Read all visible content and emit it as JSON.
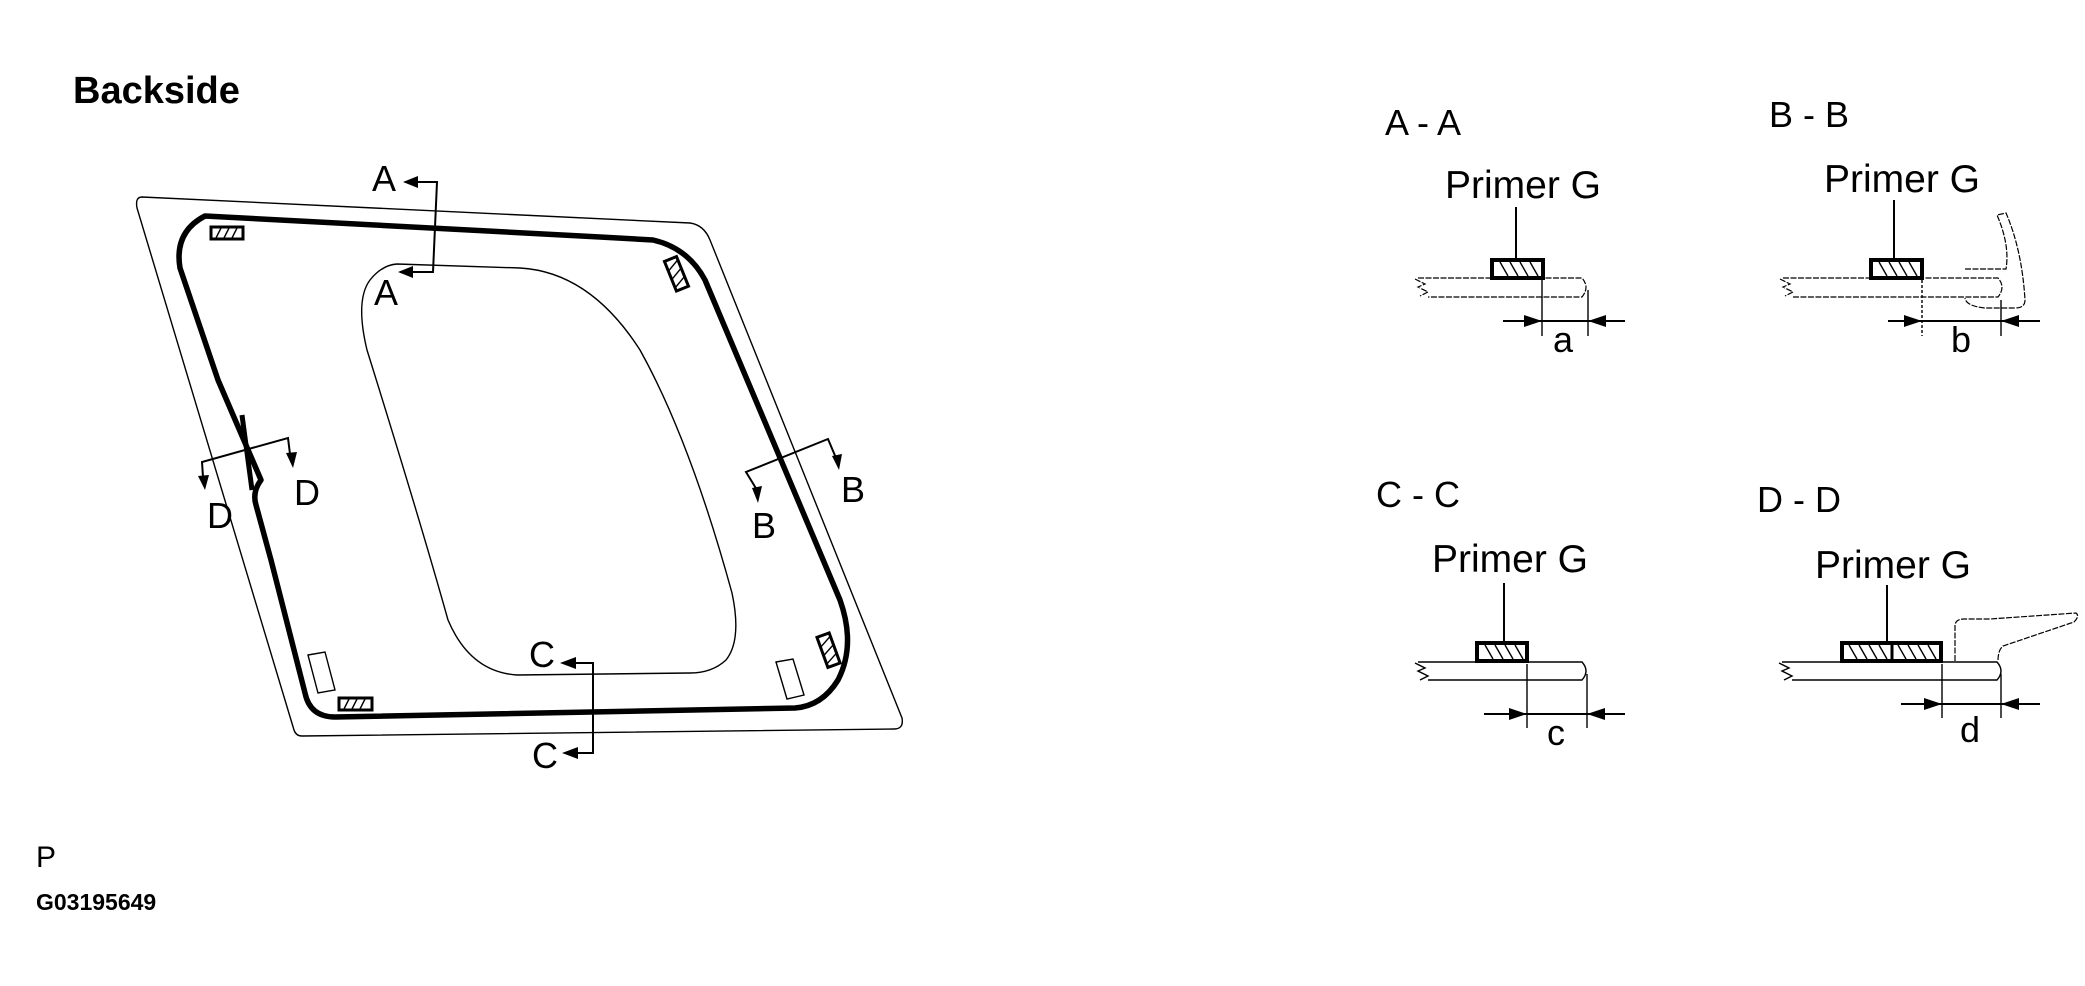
{
  "title": "Backside",
  "main_view": {
    "cut_labels": {
      "a_top": "A",
      "a_bottom": "A",
      "b_left": "B",
      "b_right": "B",
      "c_top": "C",
      "c_bottom": "C",
      "d_left": "D",
      "d_right": "D"
    }
  },
  "sections": [
    {
      "title": "A - A",
      "label": "Primer G",
      "dimension": "a"
    },
    {
      "title": "B - B",
      "label": "Primer G",
      "dimension": "b"
    },
    {
      "title": "C - C",
      "label": "Primer G",
      "dimension": "c"
    },
    {
      "title": "D - D",
      "label": "Primer G",
      "dimension": "d"
    }
  ],
  "footer": {
    "code": "P",
    "figure_id": "G03195649"
  }
}
